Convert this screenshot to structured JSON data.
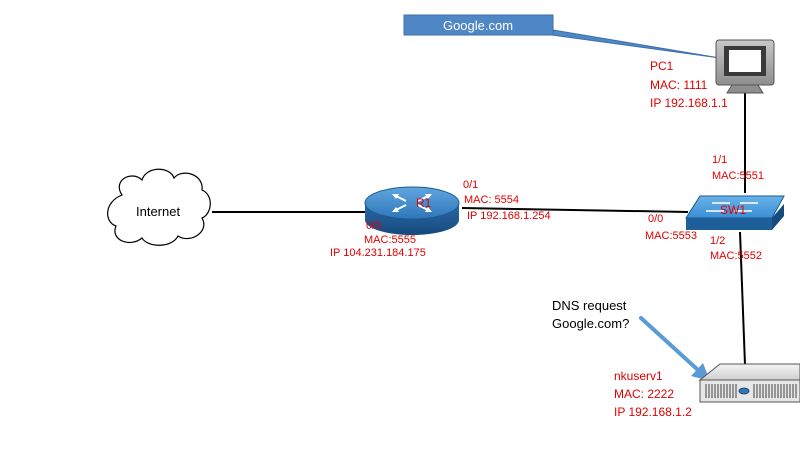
{
  "callout": {
    "text": "Google.com"
  },
  "pc1": {
    "name": "PC1",
    "mac": "MAC: 1111",
    "ip": "IP 192.168.1.1"
  },
  "internet": {
    "label": "Internet"
  },
  "router": {
    "name": "R1",
    "port_left": "0/0",
    "port_left_mac": "MAC:5555",
    "port_left_ip": "IP 104.231.184.175",
    "port_right": "0/1",
    "port_right_mac": "MAC:  5554",
    "port_right_ip": "IP 192.168.1.254"
  },
  "switch": {
    "name": "SW1",
    "port_router": "0/0",
    "port_router_mac": "MAC:5553",
    "port_pc": "1/1",
    "port_pc_mac": "MAC:5551",
    "port_server": "1/2",
    "port_server_mac": "MAC:5552"
  },
  "dns": {
    "line1": "DNS request",
    "line2": "Google.com?"
  },
  "server": {
    "name": "nkuserv1",
    "mac": "MAC: 2222",
    "ip": "IP 192.168.1.2"
  },
  "colors": {
    "label_red": "#e00000",
    "router_blue": "#2f76b9",
    "switch_blue": "#3a8fd4",
    "callout_blue": "#4f86c6",
    "arrow_blue": "#5b9bd5"
  }
}
